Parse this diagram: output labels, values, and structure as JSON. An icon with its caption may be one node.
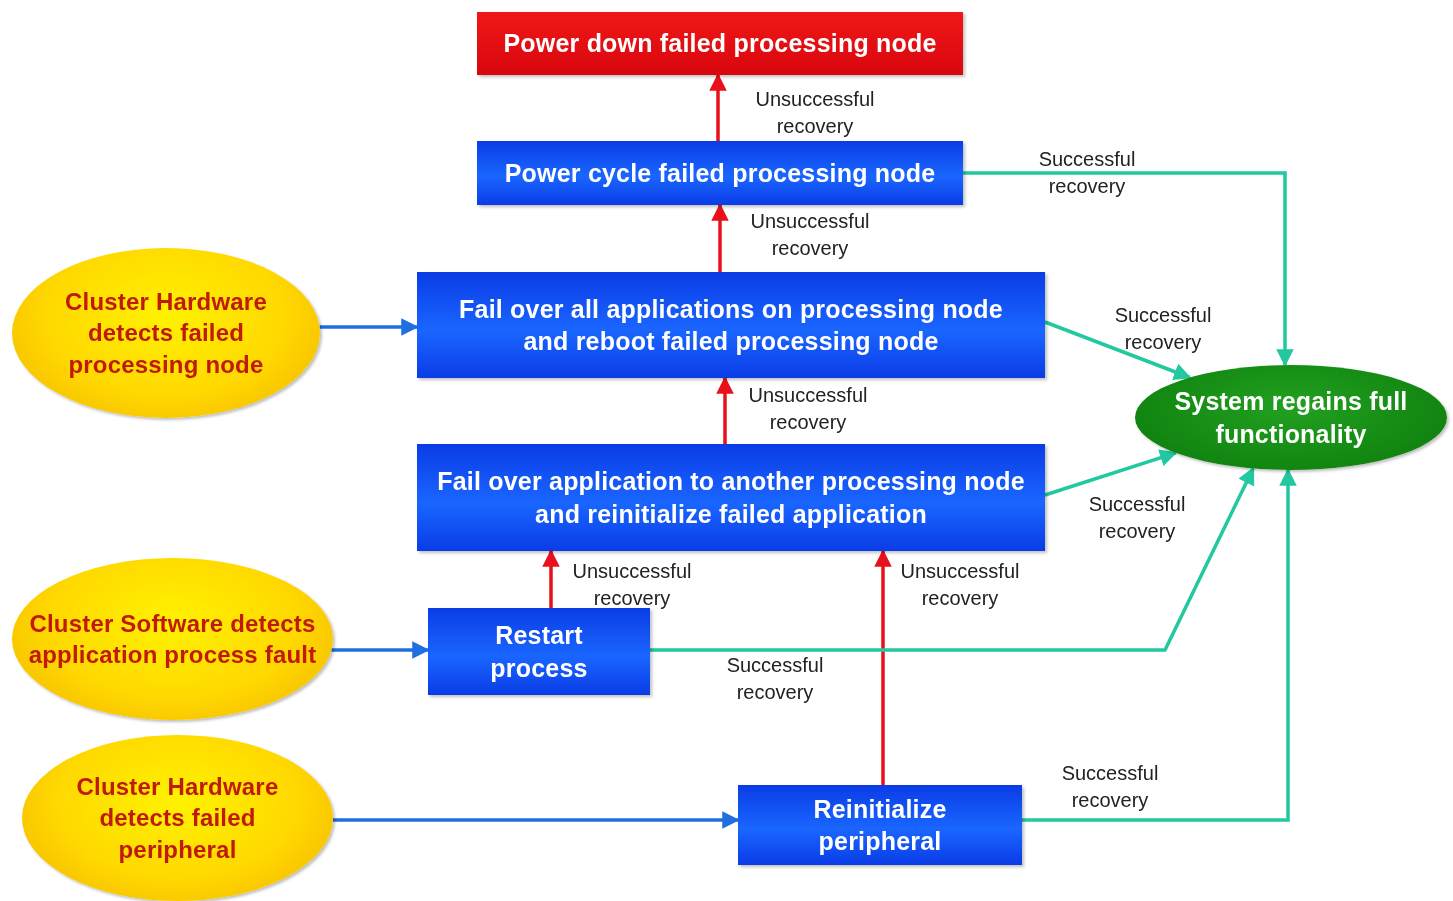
{
  "diagram": {
    "nodes": [
      {
        "text": [
          "Power down failed processing node"
        ]
      },
      {
        "text": [
          "Power cycle failed processing node"
        ]
      },
      {
        "text": [
          "Fail over all applications on processing node and reboot failed processing node"
        ]
      },
      {
        "text": [
          "Fail over application to another processing node and reinitialize failed application"
        ]
      },
      {
        "text": [
          "Restart process"
        ]
      },
      {
        "text": [
          "Reinitialize peripheral"
        ]
      },
      {
        "text": [
          "Cluster Hardware detects failed processing node"
        ]
      },
      {
        "text": [
          "Cluster Software detects application process fault"
        ]
      },
      {
        "text": [
          "Cluster Hardware detects failed peripheral"
        ]
      },
      {
        "text": [
          "System regains full functionality"
        ]
      }
    ],
    "edges": [
      {
        "from": 1,
        "to": 0,
        "arrow": "to",
        "label": "Unsuccessful recovery",
        "color": "#e8101a"
      },
      {
        "from": 2,
        "to": 1,
        "arrow": "to",
        "label": "Unsuccessful recovery",
        "color": "#e8101a"
      },
      {
        "from": 3,
        "to": 2,
        "arrow": "to",
        "label": "Unsuccessful recovery",
        "color": "#e8101a"
      },
      {
        "from": 4,
        "to": 3,
        "arrow": "to",
        "label": "Unsuccessful recovery",
        "color": "#e8101a"
      },
      {
        "from": 5,
        "to": 3,
        "arrow": "to",
        "label": "Unsuccessful recovery",
        "color": "#e8101a"
      },
      {
        "from": 1,
        "to": 9,
        "arrow": "to",
        "label": "Successful recovery",
        "color": "#22c8a0"
      },
      {
        "from": 2,
        "to": 9,
        "arrow": "to",
        "label": "Successful recovery",
        "color": "#22c8a0"
      },
      {
        "from": 3,
        "to": 9,
        "arrow": "to",
        "label": "Successful recovery",
        "color": "#22c8a0"
      },
      {
        "from": 4,
        "to": 9,
        "arrow": "to",
        "label": "Successful recovery",
        "color": "#22c8a0"
      },
      {
        "from": 5,
        "to": 9,
        "arrow": "to",
        "label": "Successful recovery",
        "color": "#22c8a0"
      },
      {
        "from": 6,
        "to": 2,
        "arrow": "to",
        "color": "#1f6fe0"
      },
      {
        "from": 7,
        "to": 4,
        "arrow": "to",
        "color": "#1f6fe0"
      },
      {
        "from": 8,
        "to": 5,
        "arrow": "to",
        "color": "#1f6fe0"
      }
    ]
  }
}
